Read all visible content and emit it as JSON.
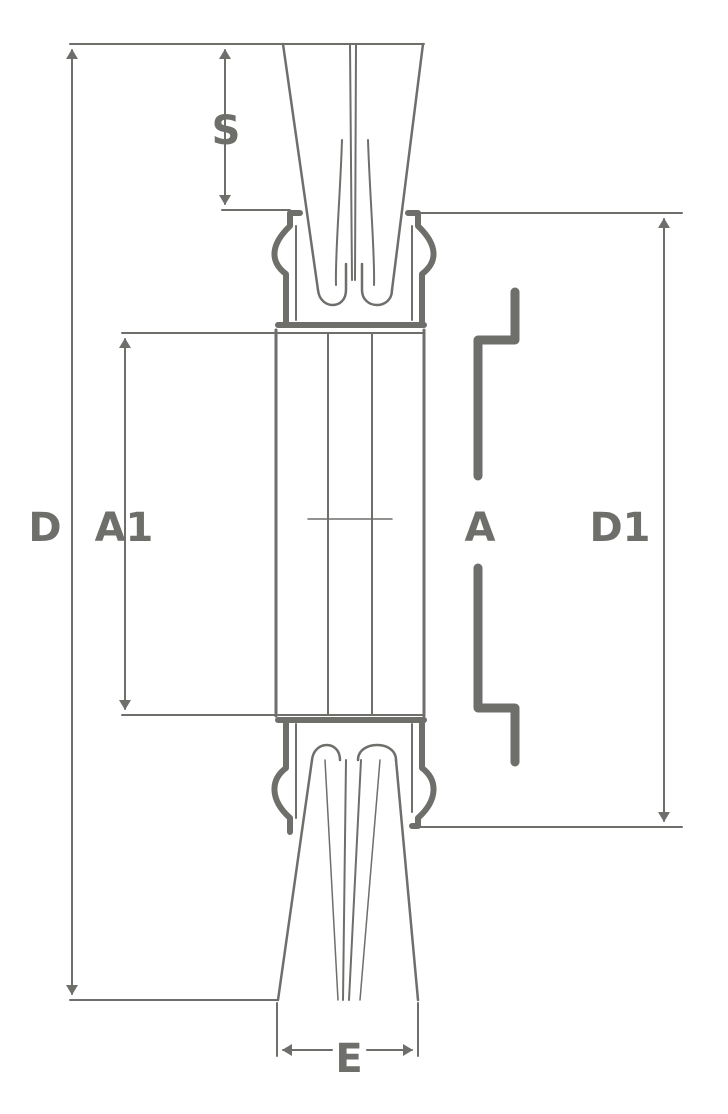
{
  "colors": {
    "line": "#6e6e6b",
    "text": "#6e6e6b",
    "background": "#ffffff"
  },
  "labels": {
    "d": "D",
    "a1": "A1",
    "a": "A",
    "d1": "D1",
    "s": "S",
    "e": "E"
  }
}
